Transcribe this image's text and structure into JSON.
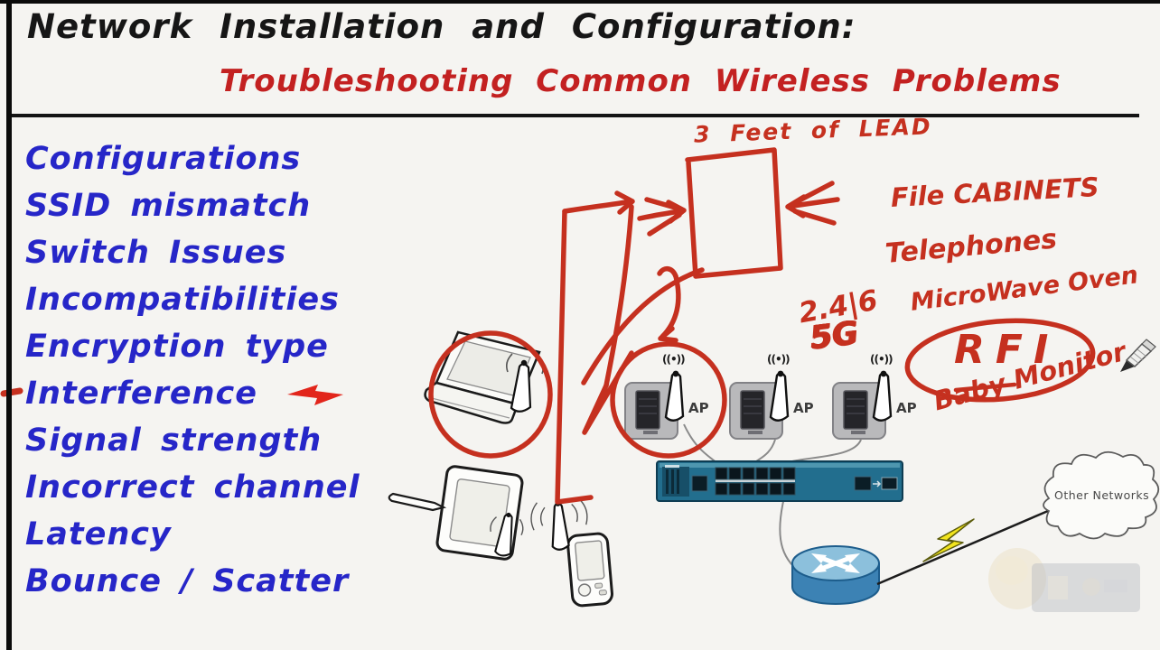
{
  "header": {
    "title": "Network Installation and Configuration:",
    "subtitle": "Troubleshooting Common Wireless Problems"
  },
  "problems": {
    "items": [
      "Configurations",
      "SSID mismatch",
      "Switch Issues",
      "Incompatibilities",
      "Encryption type",
      "Interference",
      "Signal strength",
      "Incorrect channel",
      "Latency",
      "Bounce / Scatter"
    ],
    "highlighted_item": "Interference"
  },
  "annotations": {
    "lead_note": "3 Feet of LEAD",
    "file_cabinets": "File CABINETS",
    "telephones": "Telephones",
    "microwave": "MicroWave Oven",
    "freq_top": "2.4|6",
    "freq_bottom": "5G",
    "rfi": "RFI",
    "baby_monitor": "Baby Monitor"
  },
  "diagram": {
    "ap_label": "AP",
    "wireless_icon": "((•))",
    "cloud_label": "Other Networks"
  },
  "colors": {
    "background": "#f5f4f1",
    "list_blue": "#2626c8",
    "title_black": "#161616",
    "subtitle_red": "#c32121",
    "sketch_red": "#c5301f",
    "arrow_red": "#e2251b",
    "switch_teal": "#226e8e",
    "router_blue": "#3c82b4",
    "bolt_yellow": "#f2e41e"
  }
}
